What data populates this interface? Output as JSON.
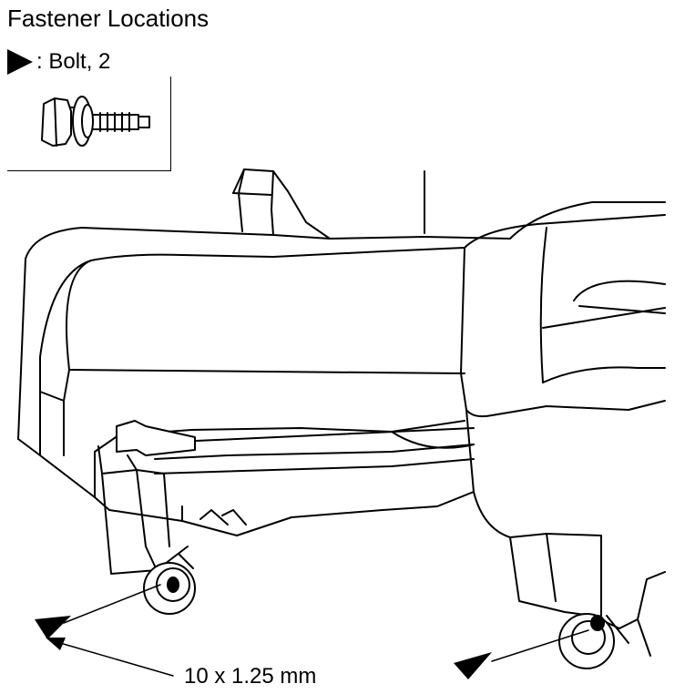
{
  "title": "Fastener Locations",
  "legend": {
    "symbol": "filled-triangle-arrow-icon",
    "text": ": Bolt, 2"
  },
  "callout": {
    "text": "10 x 1.25 mm"
  }
}
